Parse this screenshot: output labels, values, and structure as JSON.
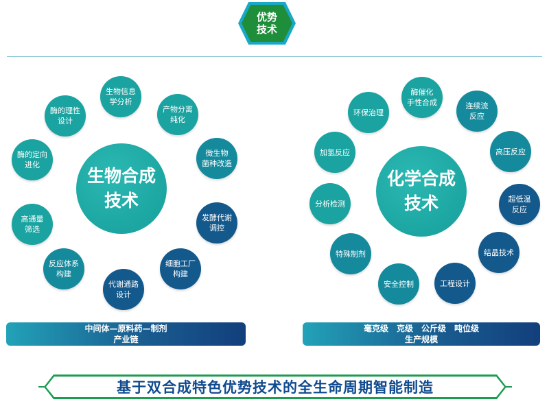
{
  "header": {
    "line1": "优势",
    "line2": "技术"
  },
  "left": {
    "center": {
      "line1": "生物合成",
      "line2": "技术"
    },
    "nodes": [
      {
        "line1": "生物信息",
        "line2": "学分析"
      },
      {
        "line1": "产物分离",
        "line2": "纯化"
      },
      {
        "line1": "微生物",
        "line2": "菌种改造"
      },
      {
        "line1": "发酵代谢",
        "line2": "调控"
      },
      {
        "line1": "细胞工厂",
        "line2": "构建"
      },
      {
        "line1": "代谢通路",
        "line2": "设计"
      },
      {
        "line1": "反应体系",
        "line2": "构建"
      },
      {
        "line1": "高通量",
        "line2": "筛选"
      },
      {
        "line1": "酶的定向",
        "line2": "进化"
      },
      {
        "line1": "酶的理性",
        "line2": "设计"
      }
    ],
    "bar": {
      "line1": "中间体—原料药—制剂",
      "line2": "产业链"
    }
  },
  "right": {
    "center": {
      "line1": "化学合成",
      "line2": "技术"
    },
    "nodes": [
      {
        "line1": "酶催化",
        "line2": "手性合成"
      },
      {
        "line1": "连续流",
        "line2": "反应"
      },
      {
        "line1": "高压反应",
        "line2": ""
      },
      {
        "line1": "超低温",
        "line2": "反应"
      },
      {
        "line1": "结晶技术",
        "line2": ""
      },
      {
        "line1": "工程设计",
        "line2": ""
      },
      {
        "line1": "安全控制",
        "line2": ""
      },
      {
        "line1": "特殊制剂",
        "line2": ""
      },
      {
        "line1": "分析检测",
        "line2": ""
      },
      {
        "line1": "加氢反应",
        "line2": ""
      },
      {
        "line1": "环保治理",
        "line2": ""
      }
    ],
    "bar": {
      "line1": "毫克级　克级　公斤级　吨位级",
      "line2": "生产规模"
    }
  },
  "banner": "基于双合成特色优势技术的全生命周期智能制造",
  "colors": {
    "teal": "#1aa3a0",
    "mid": "#158a9d",
    "dark": "#14598c",
    "green": "#1b9c50",
    "navy": "#0f4a8f"
  }
}
